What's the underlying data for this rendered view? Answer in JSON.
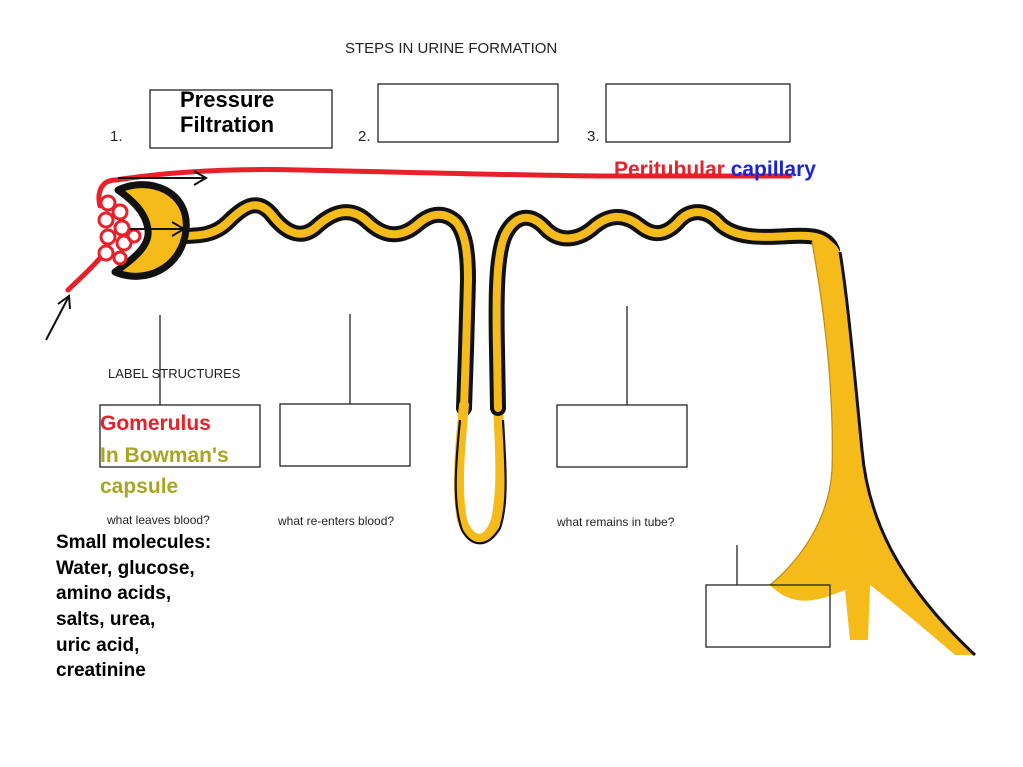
{
  "title": "STEPS IN URINE FORMATION",
  "steps": [
    {
      "number": "1.",
      "answer": [
        "Pressure",
        "Filtration"
      ]
    },
    {
      "number": "2.",
      "answer": []
    },
    {
      "number": "3.",
      "answer": []
    }
  ],
  "capillary_label": {
    "part1": "Peritubular",
    "part2": " capillary"
  },
  "label_structures": "LABEL STRUCTURES",
  "glomerulus_label": [
    "Gomerulus",
    "In Bowman's",
    "capsule"
  ],
  "questions": {
    "leaves_blood": "what leaves blood?",
    "reenters_blood": "what re-enters blood?",
    "remains_in_tube": "what remains in tube?"
  },
  "small_molecules": [
    "Small molecules:",
    "Water, glucose,",
    "amino acids,",
    "salts, urea,",
    "uric acid,",
    "creatinine"
  ],
  "colors": {
    "blood_red": "#e8202a",
    "blue_text": "#1a24d6",
    "olive_text": "#a8a620",
    "tubule_yellow": "#f5bb1a",
    "outline": "#111111"
  }
}
